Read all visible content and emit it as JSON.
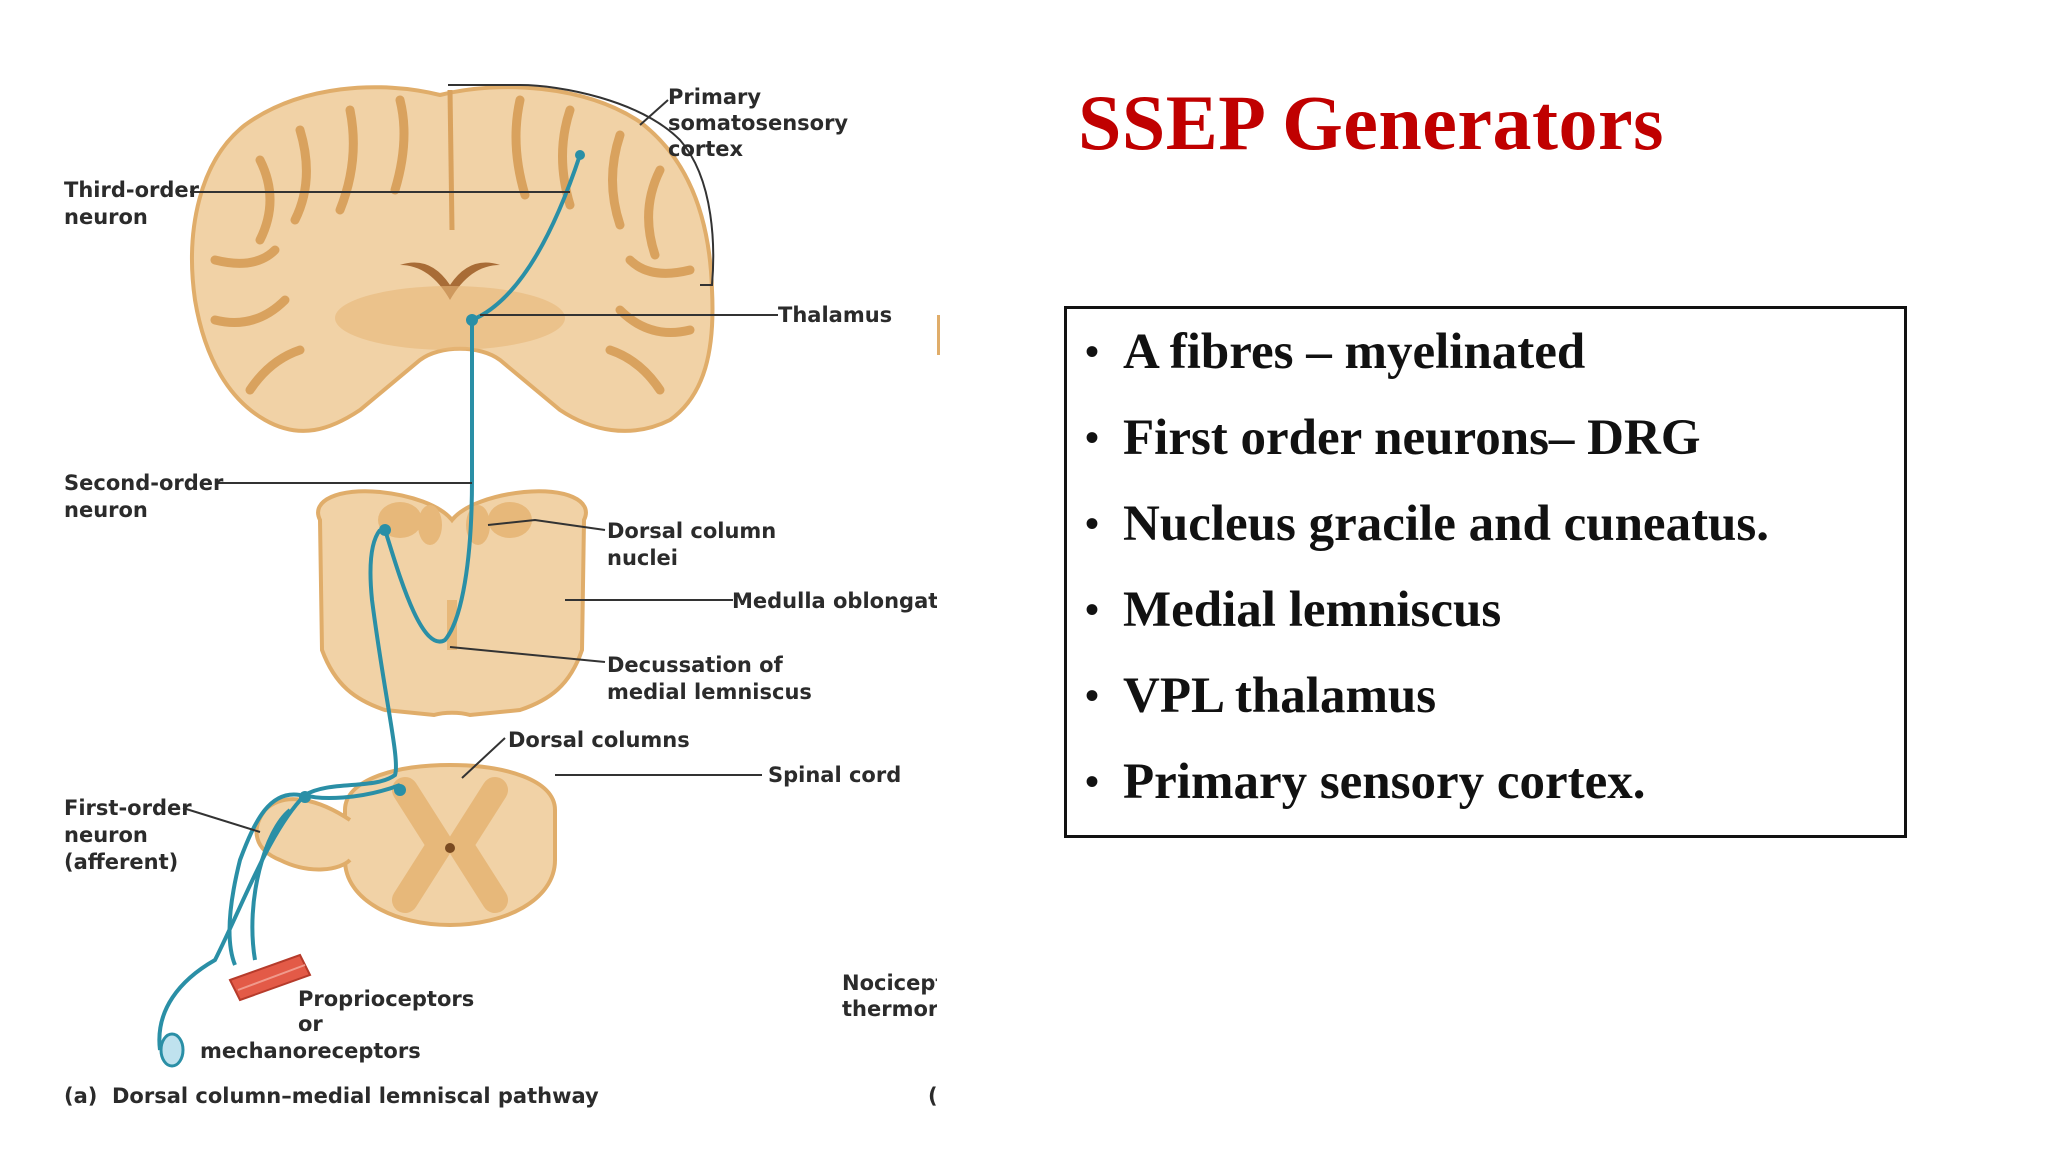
{
  "slide": {
    "title": "SSEP Generators",
    "title_color": "#c00000",
    "bullets": [
      "A fibres – myelinated",
      "First order neurons– DRG",
      "Nucleus gracile and cuneatus.",
      "Medial lemniscus",
      "VPL thalamus",
      "Primary sensory cortex."
    ]
  },
  "diagram": {
    "labels": {
      "primary_cortex": [
        "Primary",
        "somatosensory",
        "cortex"
      ],
      "third_order": [
        "Third-order",
        "neuron"
      ],
      "thalamus": "Thalamus",
      "second_order": [
        "Second-order",
        "neuron"
      ],
      "dorsal_column_nuclei": [
        "Dorsal column",
        "nuclei"
      ],
      "medulla": "Medulla oblongata",
      "decussation": [
        "Decussation of",
        "medial lemniscus"
      ],
      "dorsal_columns": "Dorsal columns",
      "spinal_cord": "Spinal cord",
      "first_order": [
        "First-order",
        "neuron",
        "(afferent)"
      ],
      "proprioceptors": [
        "Proprioceptors",
        "or",
        "mechanoreceptors"
      ],
      "nociceptors_cut": [
        "Nocicept",
        "thermore"
      ],
      "caption_letter": "(a)",
      "caption": "Dorsal column–medial lemniscal pathway",
      "caption_b_cut": "("
    },
    "colors": {
      "tissue": "#f1d2a6",
      "tissue_outline": "#e0ad6a",
      "sulci": "#d9a25e",
      "grey_matter": "#e7b87a",
      "pathway": "#2a8fa6",
      "muscle": "#e35a47"
    }
  }
}
